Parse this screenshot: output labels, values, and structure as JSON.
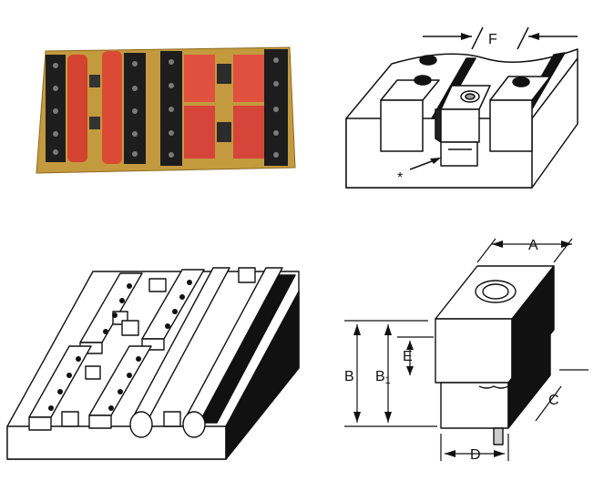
{
  "photo": {
    "caption": "",
    "colors": {
      "board": "#c9a54a",
      "rail": "#1c1c1c",
      "part": "#d9463a",
      "block": "#2a2a2a"
    }
  },
  "detail": {
    "label_F": "F",
    "label_star": "*"
  },
  "fixture": {
    "caption": ""
  },
  "clamp": {
    "label_A": "A",
    "label_B": "B",
    "label_B1_main": "B",
    "label_B1_sub": "1",
    "label_E": "E",
    "label_C": "C",
    "label_D": "D"
  }
}
